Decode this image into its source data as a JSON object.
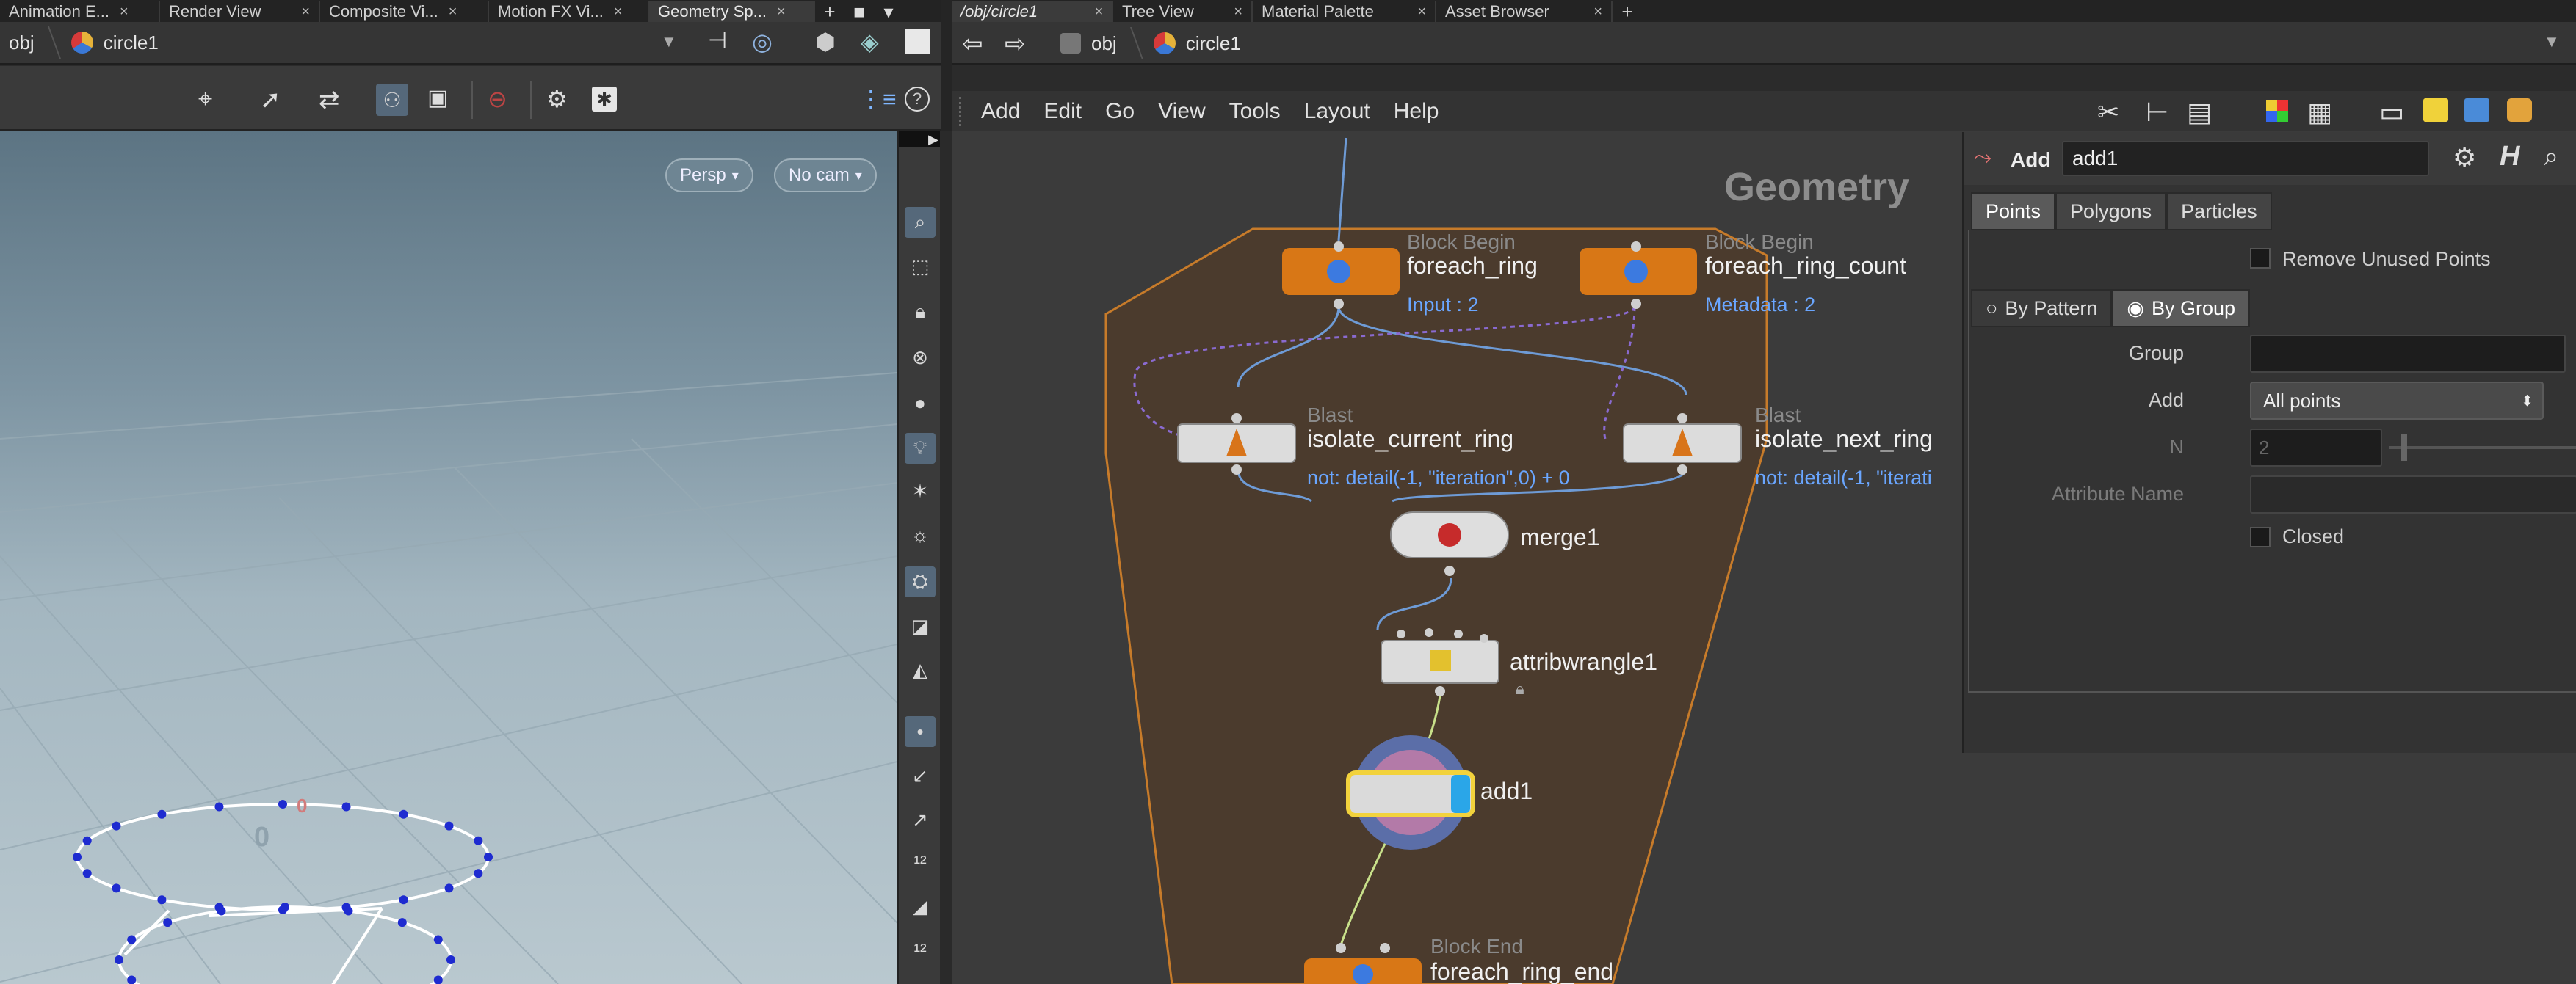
{
  "left_tabs": [
    {
      "label": "Animation E..."
    },
    {
      "label": "Render View"
    },
    {
      "label": "Composite Vi..."
    },
    {
      "label": "Motion FX Vi..."
    },
    {
      "label": "Geometry Sp..."
    }
  ],
  "right_tabs": [
    {
      "label": "/obj/circle1"
    },
    {
      "label": "Tree View"
    },
    {
      "label": "Material Palette"
    },
    {
      "label": "Asset Browser"
    }
  ],
  "left_path": {
    "root": "obj",
    "node": "circle1"
  },
  "right_path": {
    "root": "obj",
    "node": "circle1"
  },
  "viewport": {
    "camera_menu": "Persp",
    "cam_menu": "No cam",
    "grid_label_a": "0",
    "grid_label_b": "0"
  },
  "menubar": {
    "items": [
      "Add",
      "Edit",
      "Go",
      "View",
      "Tools",
      "Layout",
      "Help"
    ]
  },
  "network": {
    "context_label": "Geometry",
    "nodes": {
      "foreach_ring": {
        "type": "Block Begin",
        "name": "foreach_ring",
        "info": "Input : 2"
      },
      "foreach_ring_count": {
        "type": "Block Begin",
        "name": "foreach_ring_count",
        "info": "Metadata : 2"
      },
      "isolate_current_ring": {
        "type": "Blast",
        "name": "isolate_current_ring",
        "info": "not: detail(-1, \"iteration\",0) + 0"
      },
      "isolate_next_ring": {
        "type": "Blast",
        "name": "isolate_next_ring",
        "info": "not: detail(-1, \"iterati"
      },
      "merge1": {
        "name": "merge1"
      },
      "attribwrangle1": {
        "name": "attribwrangle1"
      },
      "add1": {
        "name": "add1"
      },
      "foreach_ring_end": {
        "type": "Block End",
        "name": "foreach_ring_end"
      }
    }
  },
  "params": {
    "node_type": "Add",
    "node_name": "add1",
    "tabs": [
      "Points",
      "Polygons",
      "Particles"
    ],
    "remove_unused_points": "Remove Unused Points",
    "mode_tabs": [
      "By Pattern",
      "By Group"
    ],
    "group_label": "Group",
    "add_label": "Add",
    "add_value": "All points",
    "n_label": "N",
    "n_value": "2",
    "attrib_label": "Attribute Name",
    "closed_label": "Closed"
  },
  "colors": {
    "accent_orange": "#d97a17",
    "selected_yellow": "#f2d23c",
    "link_blue": "#6aa6ff",
    "point_blue": "#1e2bd0"
  }
}
